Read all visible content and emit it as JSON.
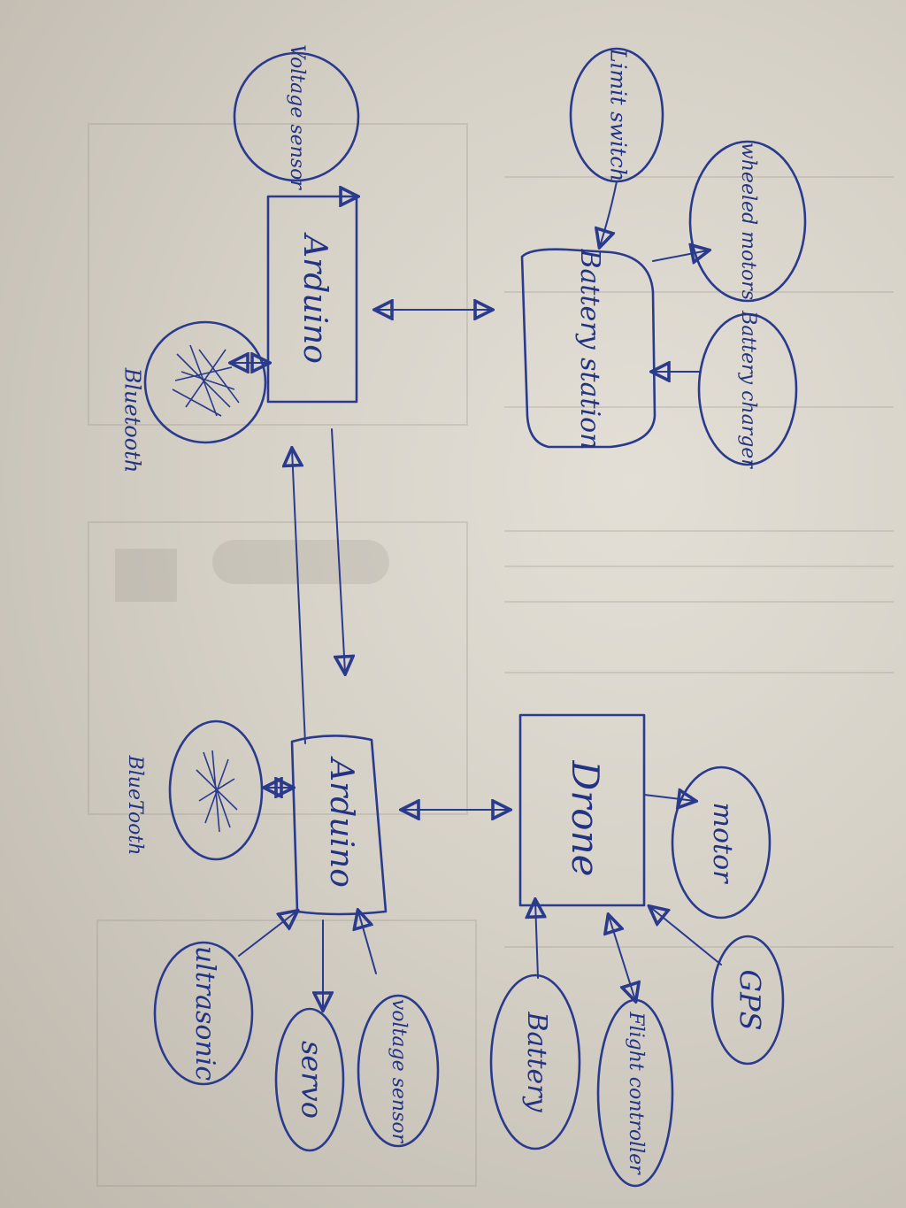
{
  "diagram": {
    "battery_station_group": {
      "limit_switch": "Limit switch",
      "voltage_sensor": "Voltage sensor",
      "wheeled_motors": "wheeled motors",
      "battery_station": "Battery station",
      "battery_charger": "Battery charger",
      "arduino": "Arduino",
      "bluetooth": "Bluetooth"
    },
    "drone_group": {
      "drone": "Drone",
      "arduino": "Arduino",
      "bluetooth": "BlueTooth",
      "motor": "motor",
      "gps": "GPS",
      "flight_controller": "Flight controller",
      "battery": "Battery",
      "servo": "servo",
      "voltage_sensor": "voltage sensor",
      "ultrasonic": "ultrasonic"
    }
  },
  "colors": {
    "ink": "#2a3a8c",
    "paper": "#dcd7ce"
  }
}
